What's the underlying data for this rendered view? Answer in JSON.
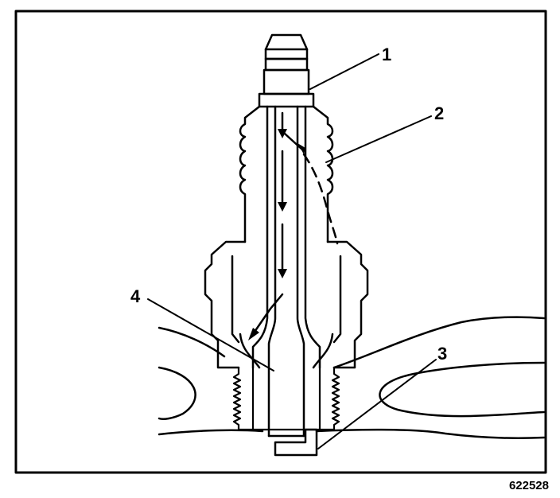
{
  "figure": {
    "callouts": [
      "1",
      "2",
      "3",
      "4"
    ],
    "figure_id": "622528"
  }
}
